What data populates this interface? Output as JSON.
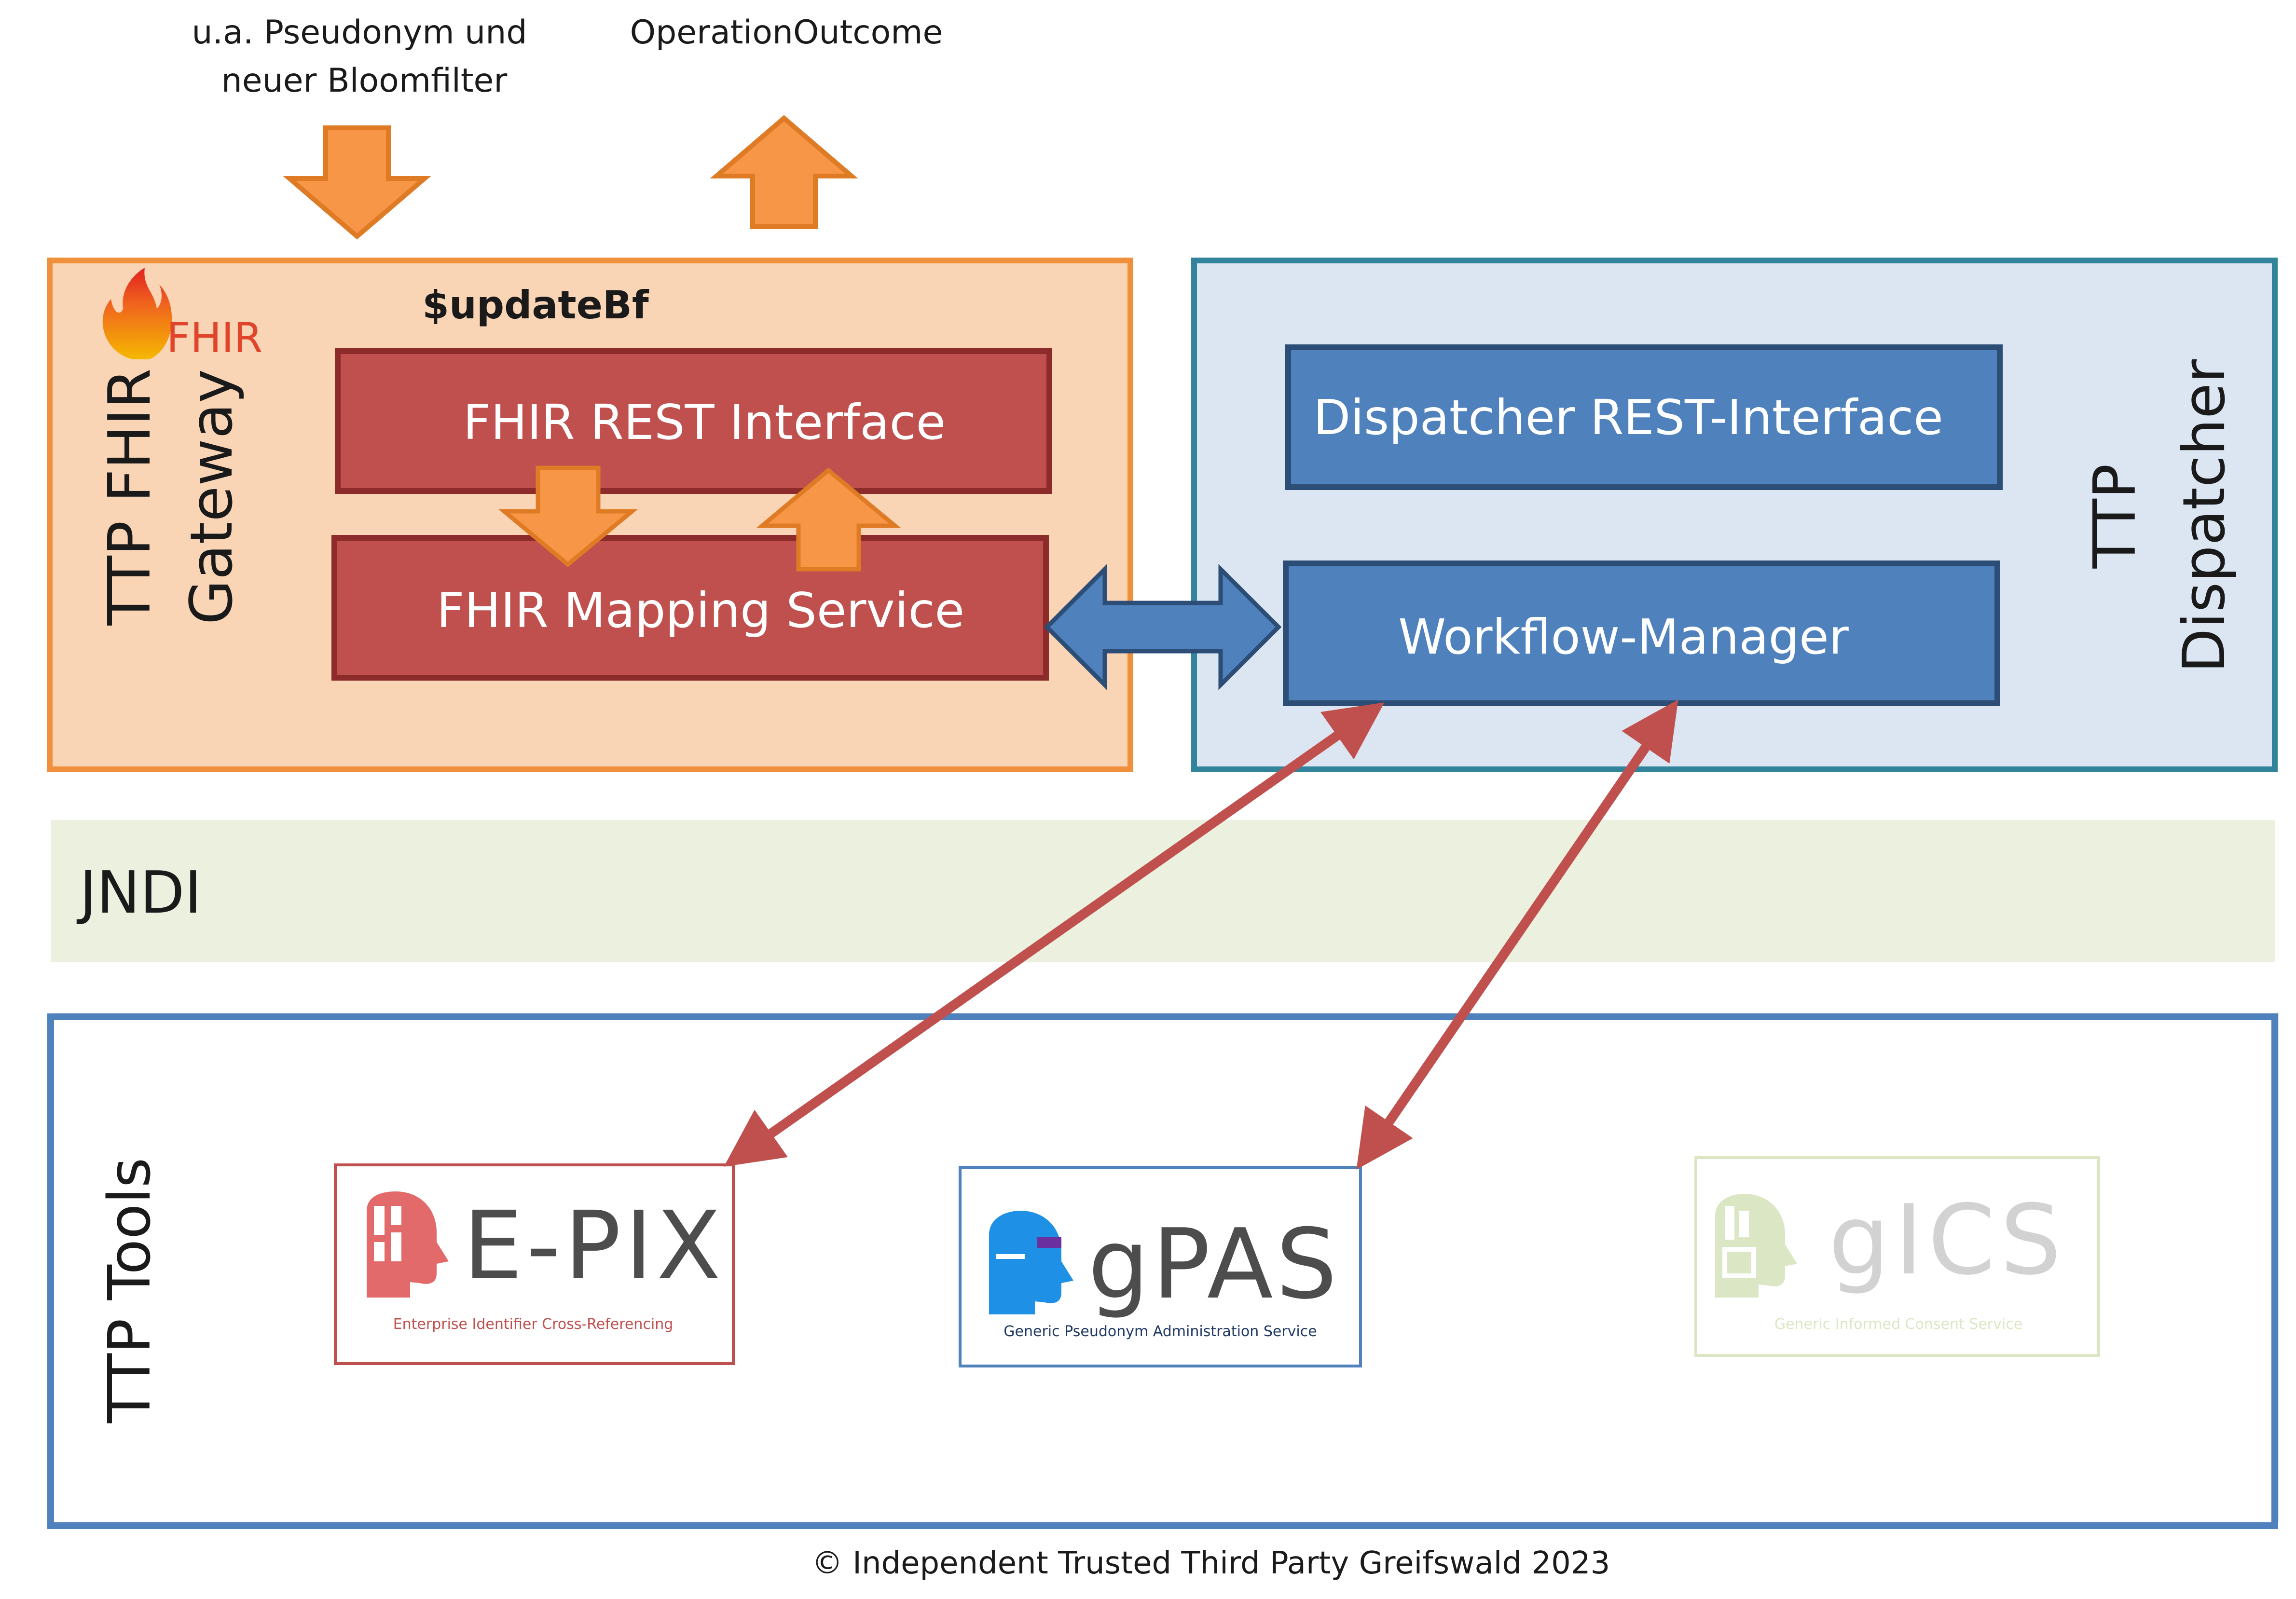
{
  "top_labels": {
    "input_line1": "u.a. Pseudonym und",
    "input_line2": "neuer Bloomfilter",
    "output": "OperationOutcome"
  },
  "gateway": {
    "title_line1": "TTP FHIR",
    "title_line2": "Gateway",
    "logo_text": "FHIR",
    "operation": "$updateBf",
    "rest_interface": "FHIR REST Interface",
    "mapping_service": "FHIR Mapping Service"
  },
  "dispatcher": {
    "title_line1": "TTP",
    "title_line2": "Dispatcher",
    "rest_interface": "Dispatcher REST-Interface",
    "workflow_manager": "Workflow-Manager"
  },
  "jndi": {
    "label": "JNDI"
  },
  "tools": {
    "title": "TTP Tools",
    "epix": {
      "name": "E-PIX",
      "subtitle": "Enterprise Identifier Cross-Referencing"
    },
    "gpas": {
      "name": "gPAS",
      "subtitle": "Generic Pseudonym Administration Service"
    },
    "gics": {
      "name": "gICS",
      "subtitle": "Generic Informed Consent Service"
    }
  },
  "footer": "© Independent Trusted Third Party Greifswald 2023",
  "colors": {
    "gateway_fill": "#fad5b5",
    "gateway_border": "#f08f3c",
    "red_box": "#c0504d",
    "red_box_border": "#8c2b2a",
    "orange_arrow": "#f79646",
    "dispatcher_fill": "#dce6f2",
    "dispatcher_border": "#31849b",
    "blue_box": "#4f81bd",
    "blue_box_border": "#2c4d75",
    "jndi_fill": "#ebf1de",
    "tools_border": "#4f81bd",
    "link_arrow": "#c0504d"
  }
}
